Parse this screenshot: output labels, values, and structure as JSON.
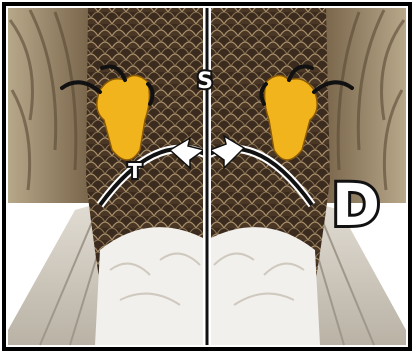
{
  "labels": {
    "s": "S",
    "t": "T",
    "d": "D"
  },
  "colors": {
    "frame": "#000000",
    "axis": "#ffffff",
    "arc": "#111111",
    "feather_dark": "#3a2a1e",
    "feather_light": "#8c7a5a",
    "tail_white": "#f2f0ec",
    "talon_yellow": "#f2b41c",
    "gray_tail": "#c9c2b6"
  }
}
